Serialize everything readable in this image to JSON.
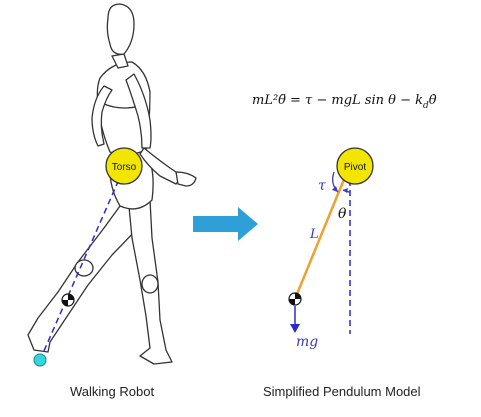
{
  "equation": {
    "lhs": "mL²θ̈",
    "rhs": "= τ − mgL sin θ − k",
    "damping_sub": "d",
    "damping_term": "θ̇"
  },
  "left_figure": {
    "caption": "Walking Robot",
    "torso_label": "Torso"
  },
  "right_figure": {
    "caption": "Simplified Pendulum Model",
    "pivot_label": "Pivot",
    "torque_symbol": "τ",
    "angle_symbol": "θ",
    "length_symbol": "L",
    "gravity_label": "mg"
  },
  "colors": {
    "joint_fill": "#f2e600",
    "link_dashed": "#2a2ad0",
    "pendulum_rod": "#f0a030",
    "foot_dot": "#33d6dc",
    "arrow": "#2f9fd8",
    "math_text": "#3a3ac0"
  }
}
